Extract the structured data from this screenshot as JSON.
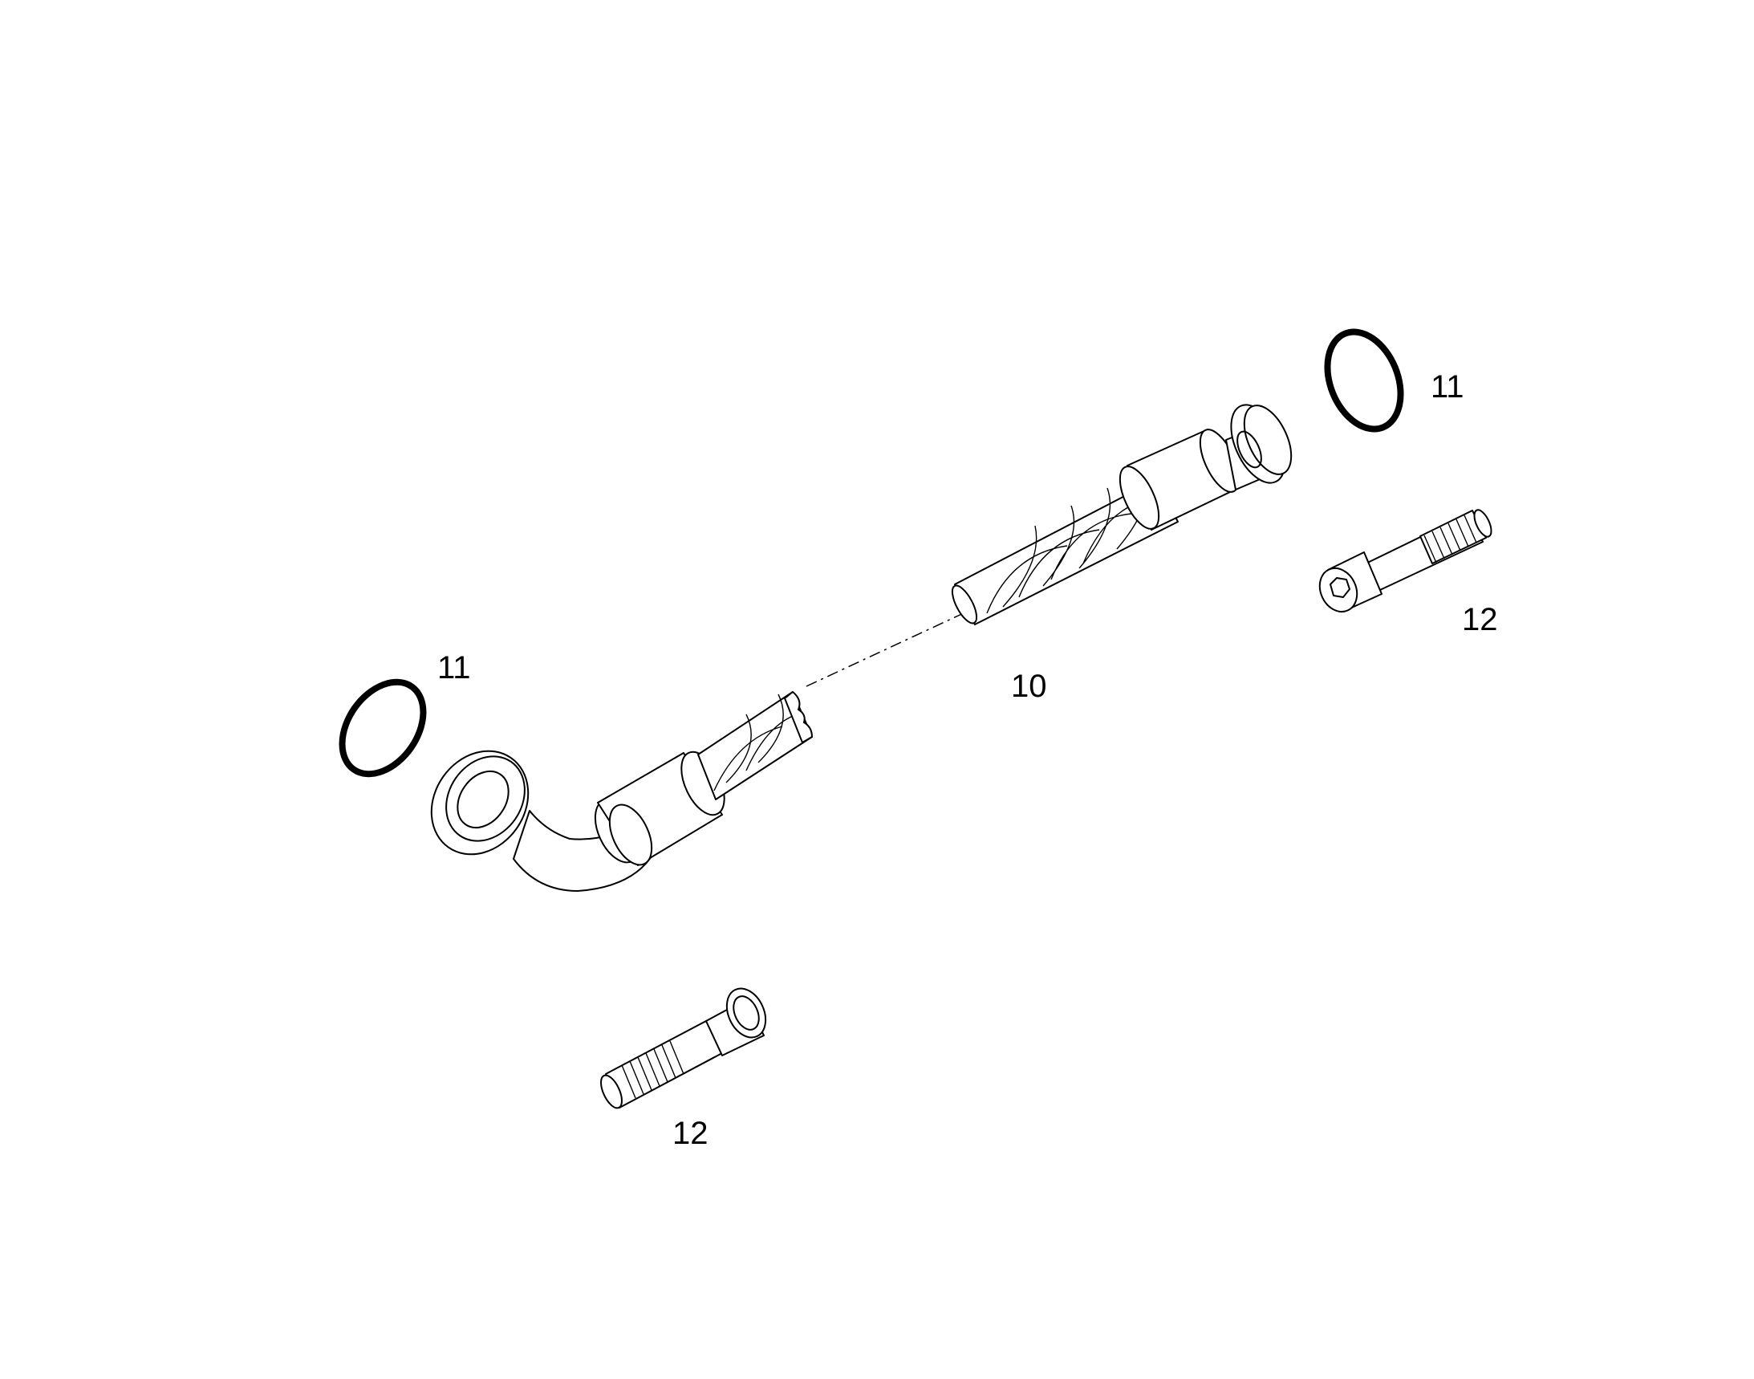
{
  "diagram": {
    "parts": [
      {
        "id": "hose",
        "label": "10"
      },
      {
        "id": "o-ring-left",
        "label": "11"
      },
      {
        "id": "o-ring-right",
        "label": "11"
      },
      {
        "id": "bolt-right",
        "label": "12"
      },
      {
        "id": "bolt-bottom",
        "label": "12"
      }
    ],
    "colors": {
      "line": "#000000",
      "background": "#ffffff"
    }
  }
}
